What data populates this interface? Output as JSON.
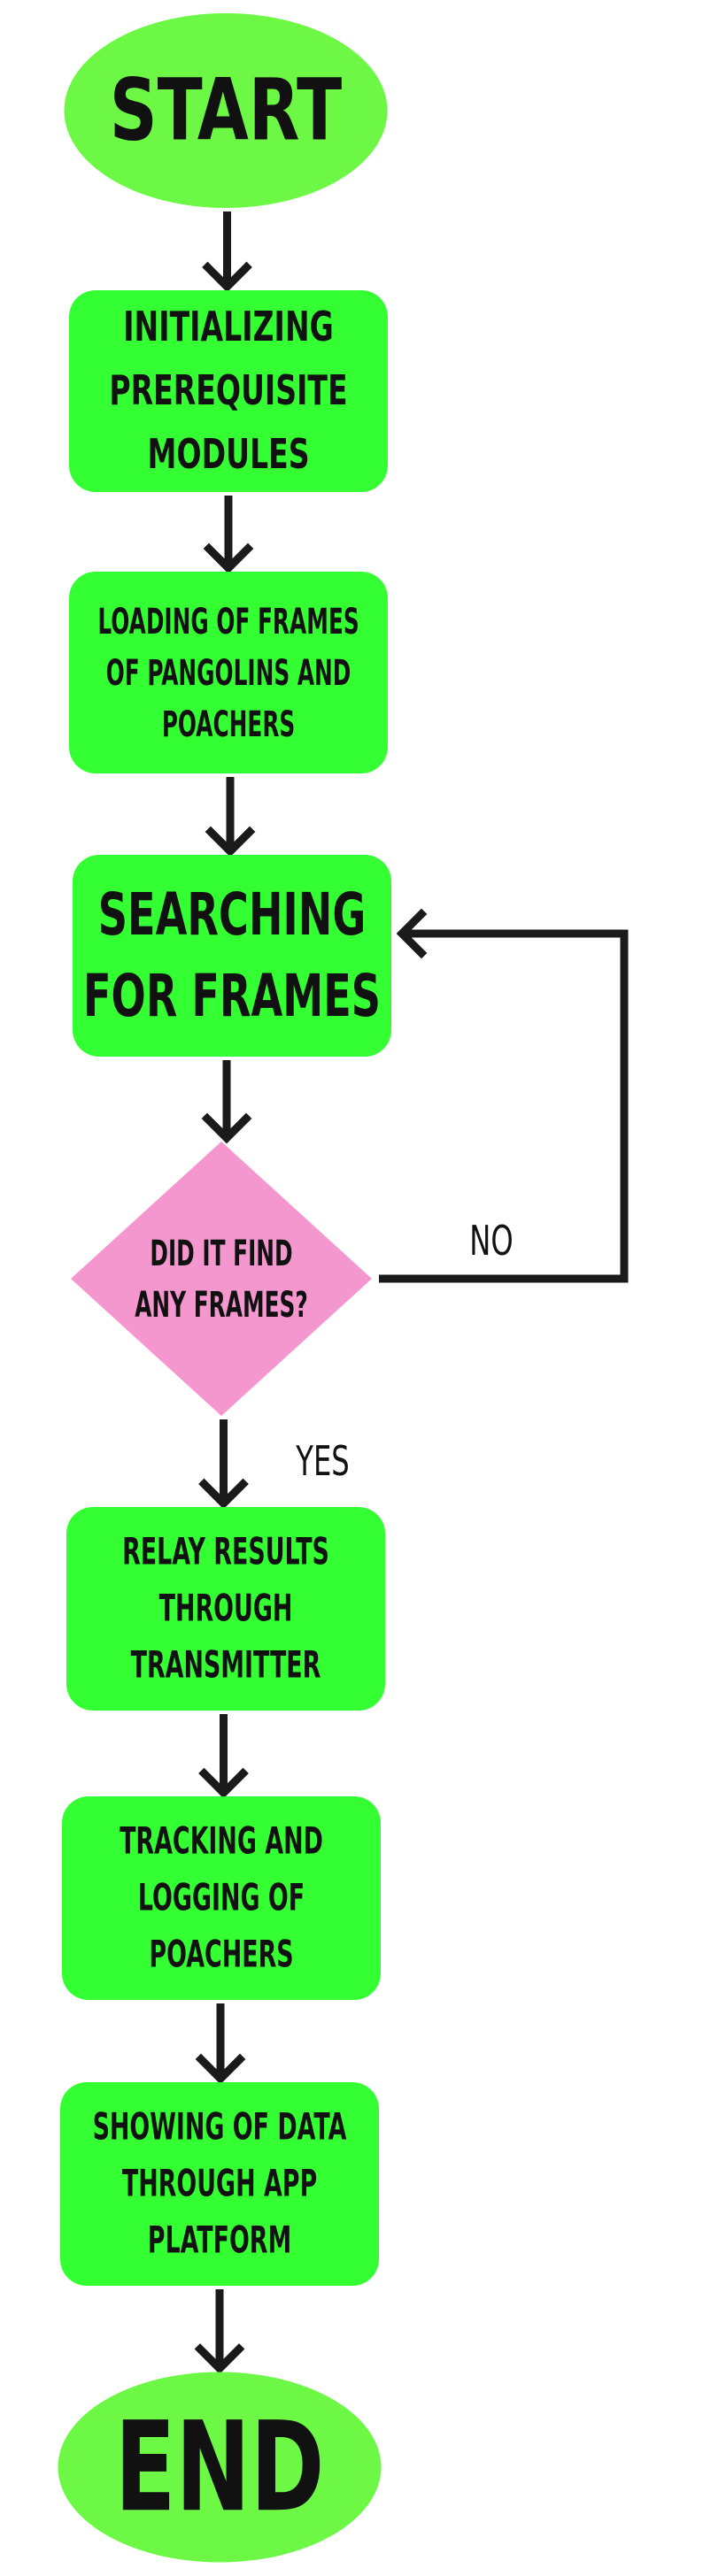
{
  "flowchart": {
    "colors": {
      "terminal": "#6cf845",
      "process": "#33ff33",
      "decision": "#f597cf",
      "arrow": "#1a1a1a",
      "text": "#111111"
    },
    "nodes": [
      {
        "id": "start",
        "shape": "ellipse",
        "lines": [
          "START"
        ]
      },
      {
        "id": "init",
        "shape": "process",
        "lines": [
          "INITIALIZING",
          "PREREQUISITE",
          "MODULES"
        ]
      },
      {
        "id": "load",
        "shape": "process",
        "lines": [
          "LOADING OF FRAMES",
          "OF PANGOLINS AND",
          "POACHERS"
        ]
      },
      {
        "id": "search",
        "shape": "process",
        "lines": [
          "SEARCHING",
          "FOR FRAMES"
        ]
      },
      {
        "id": "decide",
        "shape": "decision",
        "lines": [
          "DID IT FIND",
          "ANY FRAMES?"
        ]
      },
      {
        "id": "relay",
        "shape": "process",
        "lines": [
          "RELAY RESULTS",
          "THROUGH",
          "TRANSMITTER"
        ]
      },
      {
        "id": "track",
        "shape": "process",
        "lines": [
          "TRACKING  AND",
          "LOGGING  OF",
          "POACHERS"
        ]
      },
      {
        "id": "show",
        "shape": "process",
        "lines": [
          "SHOWING OF DATA",
          "THROUGH APP",
          "PLATFORM"
        ]
      },
      {
        "id": "end",
        "shape": "ellipse",
        "lines": [
          "END"
        ]
      }
    ],
    "edges": [
      {
        "from": "start",
        "to": "init",
        "label": ""
      },
      {
        "from": "init",
        "to": "load",
        "label": ""
      },
      {
        "from": "load",
        "to": "search",
        "label": ""
      },
      {
        "from": "search",
        "to": "decide",
        "label": ""
      },
      {
        "from": "decide",
        "to": "relay",
        "label": "YES"
      },
      {
        "from": "decide",
        "to": "search",
        "label": "NO"
      },
      {
        "from": "relay",
        "to": "track",
        "label": ""
      },
      {
        "from": "track",
        "to": "show",
        "label": ""
      },
      {
        "from": "show",
        "to": "end",
        "label": ""
      }
    ]
  }
}
